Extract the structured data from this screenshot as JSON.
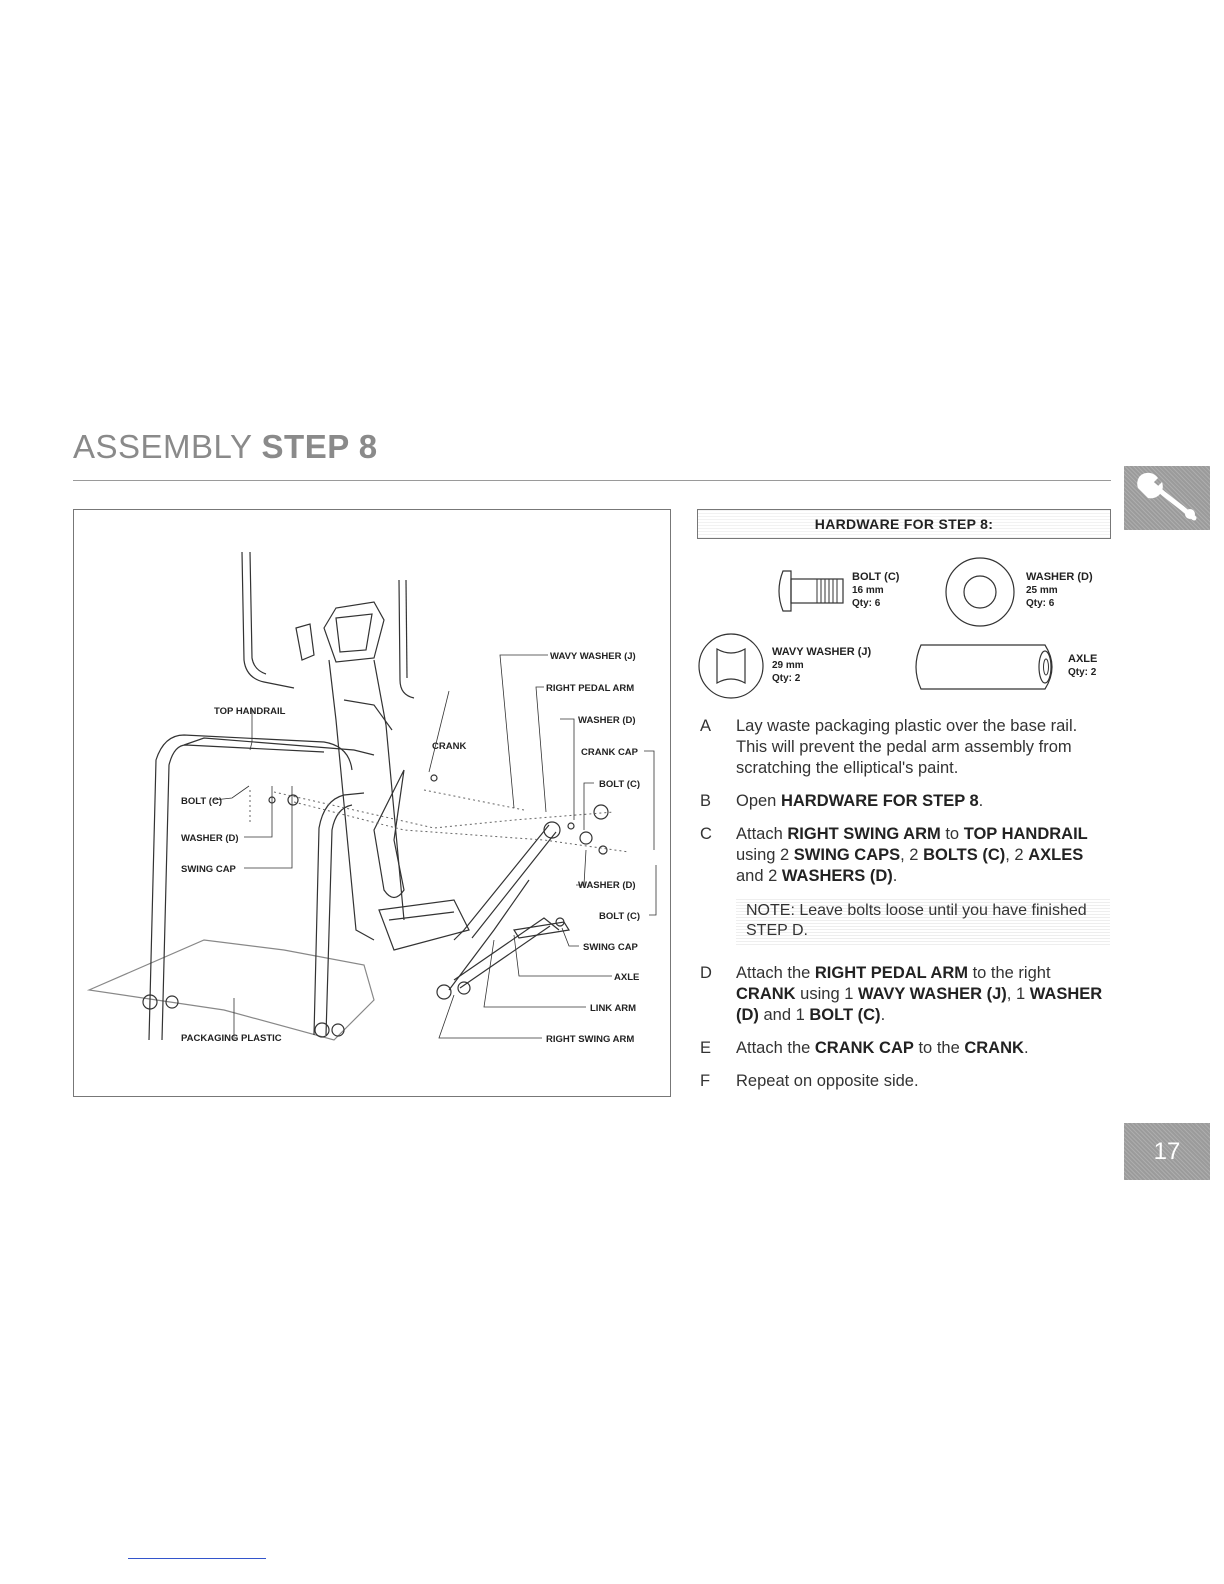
{
  "header": {
    "title_light": "ASSEMBLY",
    "title_bold": "STEP 8"
  },
  "page_number": "17",
  "icons": {
    "tool_tab": "wrench-icon"
  },
  "diagram": {
    "labels": {
      "top_handrail": "TOP HANDRAIL",
      "crank": "CRANK",
      "bolt_c_left": "BOLT (C)",
      "washer_d_left": "WASHER (D)",
      "swing_cap_left": "SWING CAP",
      "packaging_plastic": "PACKAGING PLASTIC",
      "wavy_washer_j": "WAVY WASHER (J)",
      "right_pedal_arm": "RIGHT PEDAL ARM",
      "washer_d_right_top": "WASHER (D)",
      "crank_cap": "CRANK CAP",
      "bolt_c_right_top": "BOLT (C)",
      "washer_d_right_mid": "WASHER (D)",
      "bolt_c_right_mid": "BOLT (C)",
      "swing_cap_right": "SWING CAP",
      "axle": "AXLE",
      "link_arm": "LINK ARM",
      "right_swing_arm": "RIGHT SWING ARM"
    }
  },
  "hardware": {
    "header": "HARDWARE FOR STEP 8:",
    "items": [
      {
        "name": "BOLT (C)",
        "size": "16 mm",
        "qty": "Qty: 6"
      },
      {
        "name": "WASHER (D)",
        "size": "25 mm",
        "qty": "Qty: 6"
      },
      {
        "name": "WAVY WASHER (J)",
        "size": "29 mm",
        "qty": "Qty: 2"
      },
      {
        "name": "AXLE",
        "qty": "Qty: 2"
      }
    ]
  },
  "steps": {
    "a": {
      "letter": "A",
      "text": "Lay waste packaging plastic over the base rail. This will prevent the pedal arm assembly from scratching the elliptical's paint."
    },
    "b": {
      "letter": "B",
      "t1": "Open ",
      "b1": "HARDWARE FOR STEP 8",
      "t2": "."
    },
    "c": {
      "letter": "C",
      "t1": "Attach ",
      "b1": "RIGHT SWING ARM",
      "t2": " to ",
      "b2": "TOP HANDRAIL",
      "t3": " using 2 ",
      "b3": "SWING CAPS",
      "t4": ", 2 ",
      "b4": "BOLTS (C)",
      "t5": ", 2 ",
      "b5": "AXLES",
      "t6": " and 2 ",
      "b6": "WASHERS (D)",
      "t7": "."
    },
    "note": "NOTE: Leave bolts loose until you have finished STEP D.",
    "d": {
      "letter": "D",
      "t1": "Attach the ",
      "b1": "RIGHT PEDAL ARM",
      "t2": " to the right ",
      "b2": "CRANK",
      "t3": " using 1 ",
      "b3": "WAVY WASHER (J)",
      "t4": ", 1 ",
      "b4": "WASHER (D)",
      "t5": " and 1 ",
      "b5": "BOLT (C)",
      "t6": "."
    },
    "e": {
      "letter": "E",
      "t1": "Attach the ",
      "b1": "CRANK CAP",
      "t2": " to the ",
      "b2": "CRANK",
      "t3": "."
    },
    "f": {
      "letter": "F",
      "text": "Repeat on opposite side."
    }
  }
}
